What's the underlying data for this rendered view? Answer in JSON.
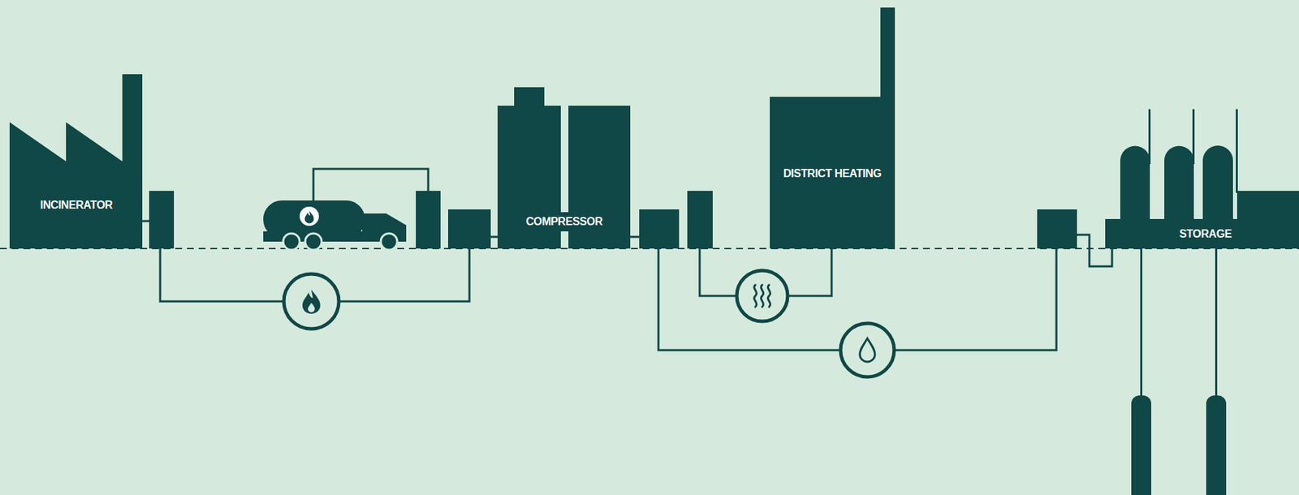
{
  "diagram": {
    "nodes": [
      {
        "text": [
          "INCINERATOR"
        ]
      },
      {
        "text": [
          "COMPRESSOR"
        ]
      },
      {
        "text": [
          "DISTRICT HEATING"
        ]
      },
      {
        "text": [
          "STORAGE"
        ]
      }
    ]
  }
}
